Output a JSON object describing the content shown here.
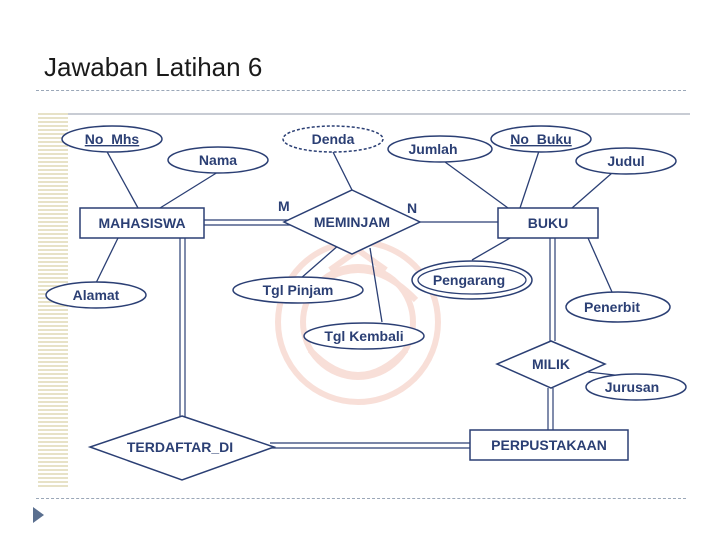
{
  "slide": {
    "title": "Jawaban Latihan 6"
  },
  "colors": {
    "outline": "#2b3f74",
    "text": "#2b3f74",
    "watermark": "#f0b9ab"
  },
  "diagram": {
    "entities": {
      "mahasiswa": "MAHASISWA",
      "buku": "BUKU",
      "perpustakaan": "PERPUSTAKAAN"
    },
    "relationships": {
      "meminjam": "MEMINJAM",
      "milik": "MILIK",
      "terdaftar_di": "TERDAFTAR_DI"
    },
    "attributes": {
      "no_mhs": "No_Mhs",
      "nama": "Nama",
      "alamat": "Alamat",
      "denda": "Denda",
      "jumlah": "Jumlah",
      "tgl_pinjam": "Tgl Pinjam",
      "tgl_kembali": "Tgl Kembali",
      "no_buku": "No_Buku",
      "judul": "Judul",
      "pengarang": "Pengarang",
      "penerbit": "Penerbit",
      "jurusan": "Jurusan"
    },
    "cardinality": {
      "m": "M",
      "n": "N"
    },
    "watermark_icon": "university-seal-watermark-icon"
  }
}
